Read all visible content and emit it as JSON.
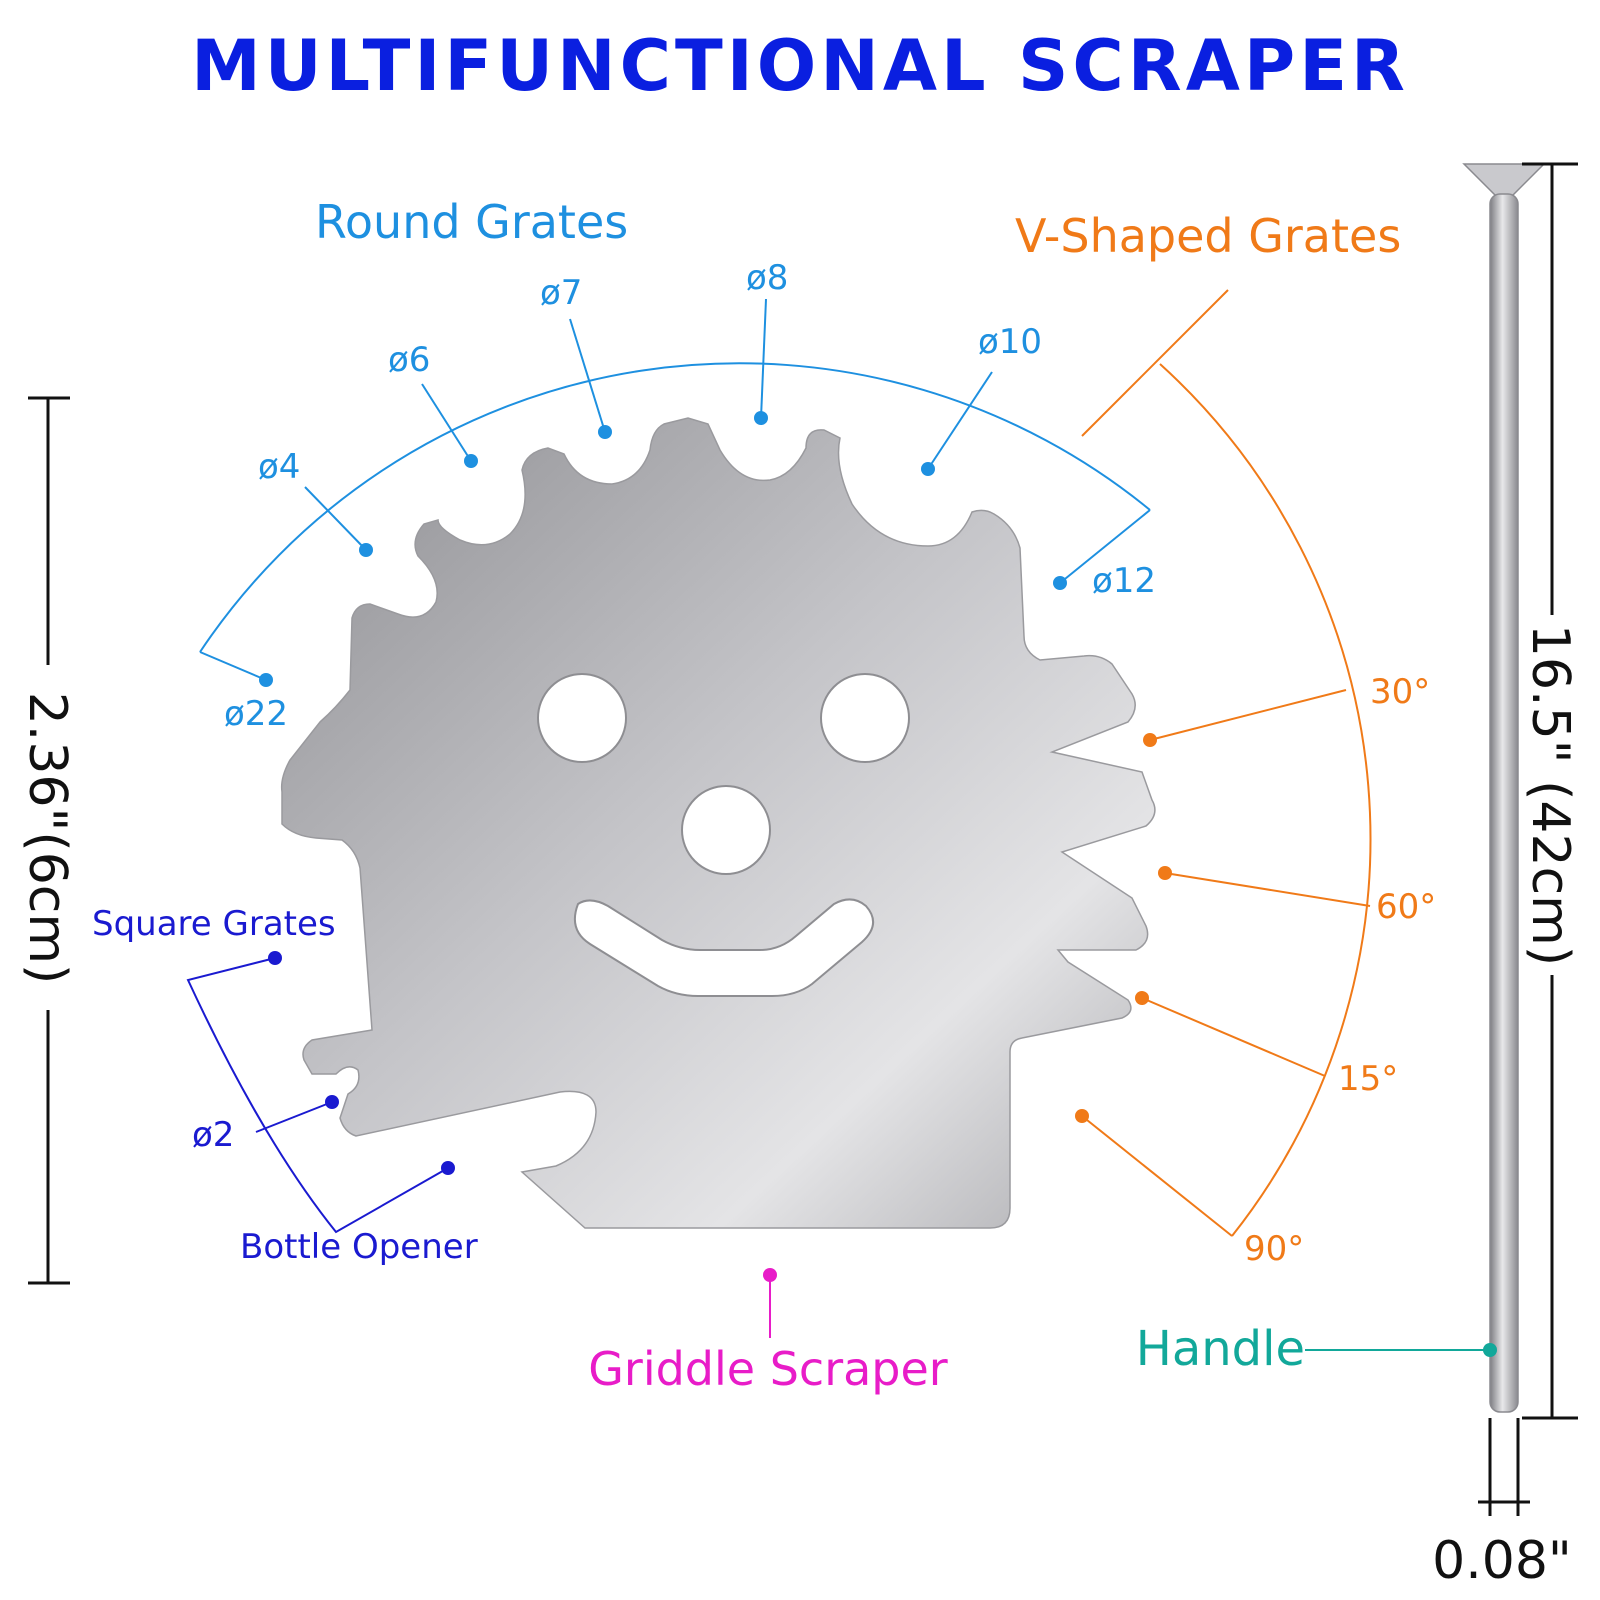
{
  "title": "MULTIFUNCTIONAL SCRAPER",
  "colors": {
    "title": "#0a1fe0",
    "round": "#1e90e0",
    "vshape": "#f07a18",
    "square": "#1a1ad0",
    "griddle": "#e81cc8",
    "handle": "#12a89a",
    "dim": "#111111",
    "steel": "#b9b9bd"
  },
  "round_grates": {
    "label": "Round Grates",
    "sizes": [
      "ø22",
      "ø4",
      "ø6",
      "ø7",
      "ø8",
      "ø10",
      "ø12"
    ]
  },
  "v_shaped_grates": {
    "label": "V-Shaped Grates",
    "angles": [
      "30°",
      "60°",
      "15°",
      "90°"
    ]
  },
  "square_grates": {
    "label": "Square Grates",
    "size": "ø2"
  },
  "bottle_opener": "Bottle Opener",
  "griddle_scraper": "Griddle Scraper",
  "handle": "Handle",
  "dimensions": {
    "width": "2.36\"(6cm)",
    "length": "16.5\" (42cm)",
    "thickness": "0.08\""
  }
}
